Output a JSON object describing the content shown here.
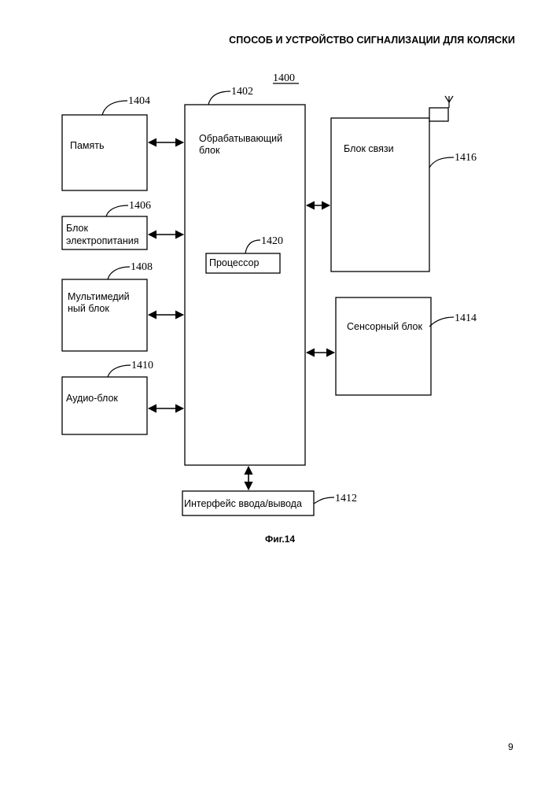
{
  "header": {
    "title": "СПОСОБ И УСТРОЙСТВО СИГНАЛИЗАЦИИ ДЛЯ КОЛЯСКИ"
  },
  "figure": {
    "ref_main": "1400",
    "caption": "Фиг.14",
    "blocks": {
      "memory": {
        "ref": "1404",
        "label": [
          "Память"
        ]
      },
      "power": {
        "ref": "1406",
        "label": [
          "Блок",
          "электропитания"
        ]
      },
      "multimedia": {
        "ref": "1408",
        "label": [
          "Мультимедий",
          "ный блок"
        ]
      },
      "audio": {
        "ref": "1410",
        "label": [
          "Аудио-блок"
        ]
      },
      "processing": {
        "ref": "1402",
        "label": [
          "Обрабатывающий",
          "блок"
        ]
      },
      "processor": {
        "ref": "1420",
        "label": [
          "Процессор"
        ]
      },
      "io": {
        "ref": "1412",
        "label": [
          "Интерфейс ввода/вывода"
        ]
      },
      "comm": {
        "ref": "1416",
        "label": [
          "Блок связи"
        ]
      },
      "sensor": {
        "ref": "1414",
        "label": [
          "Сенсорный блок"
        ]
      }
    }
  },
  "page_number": "9"
}
